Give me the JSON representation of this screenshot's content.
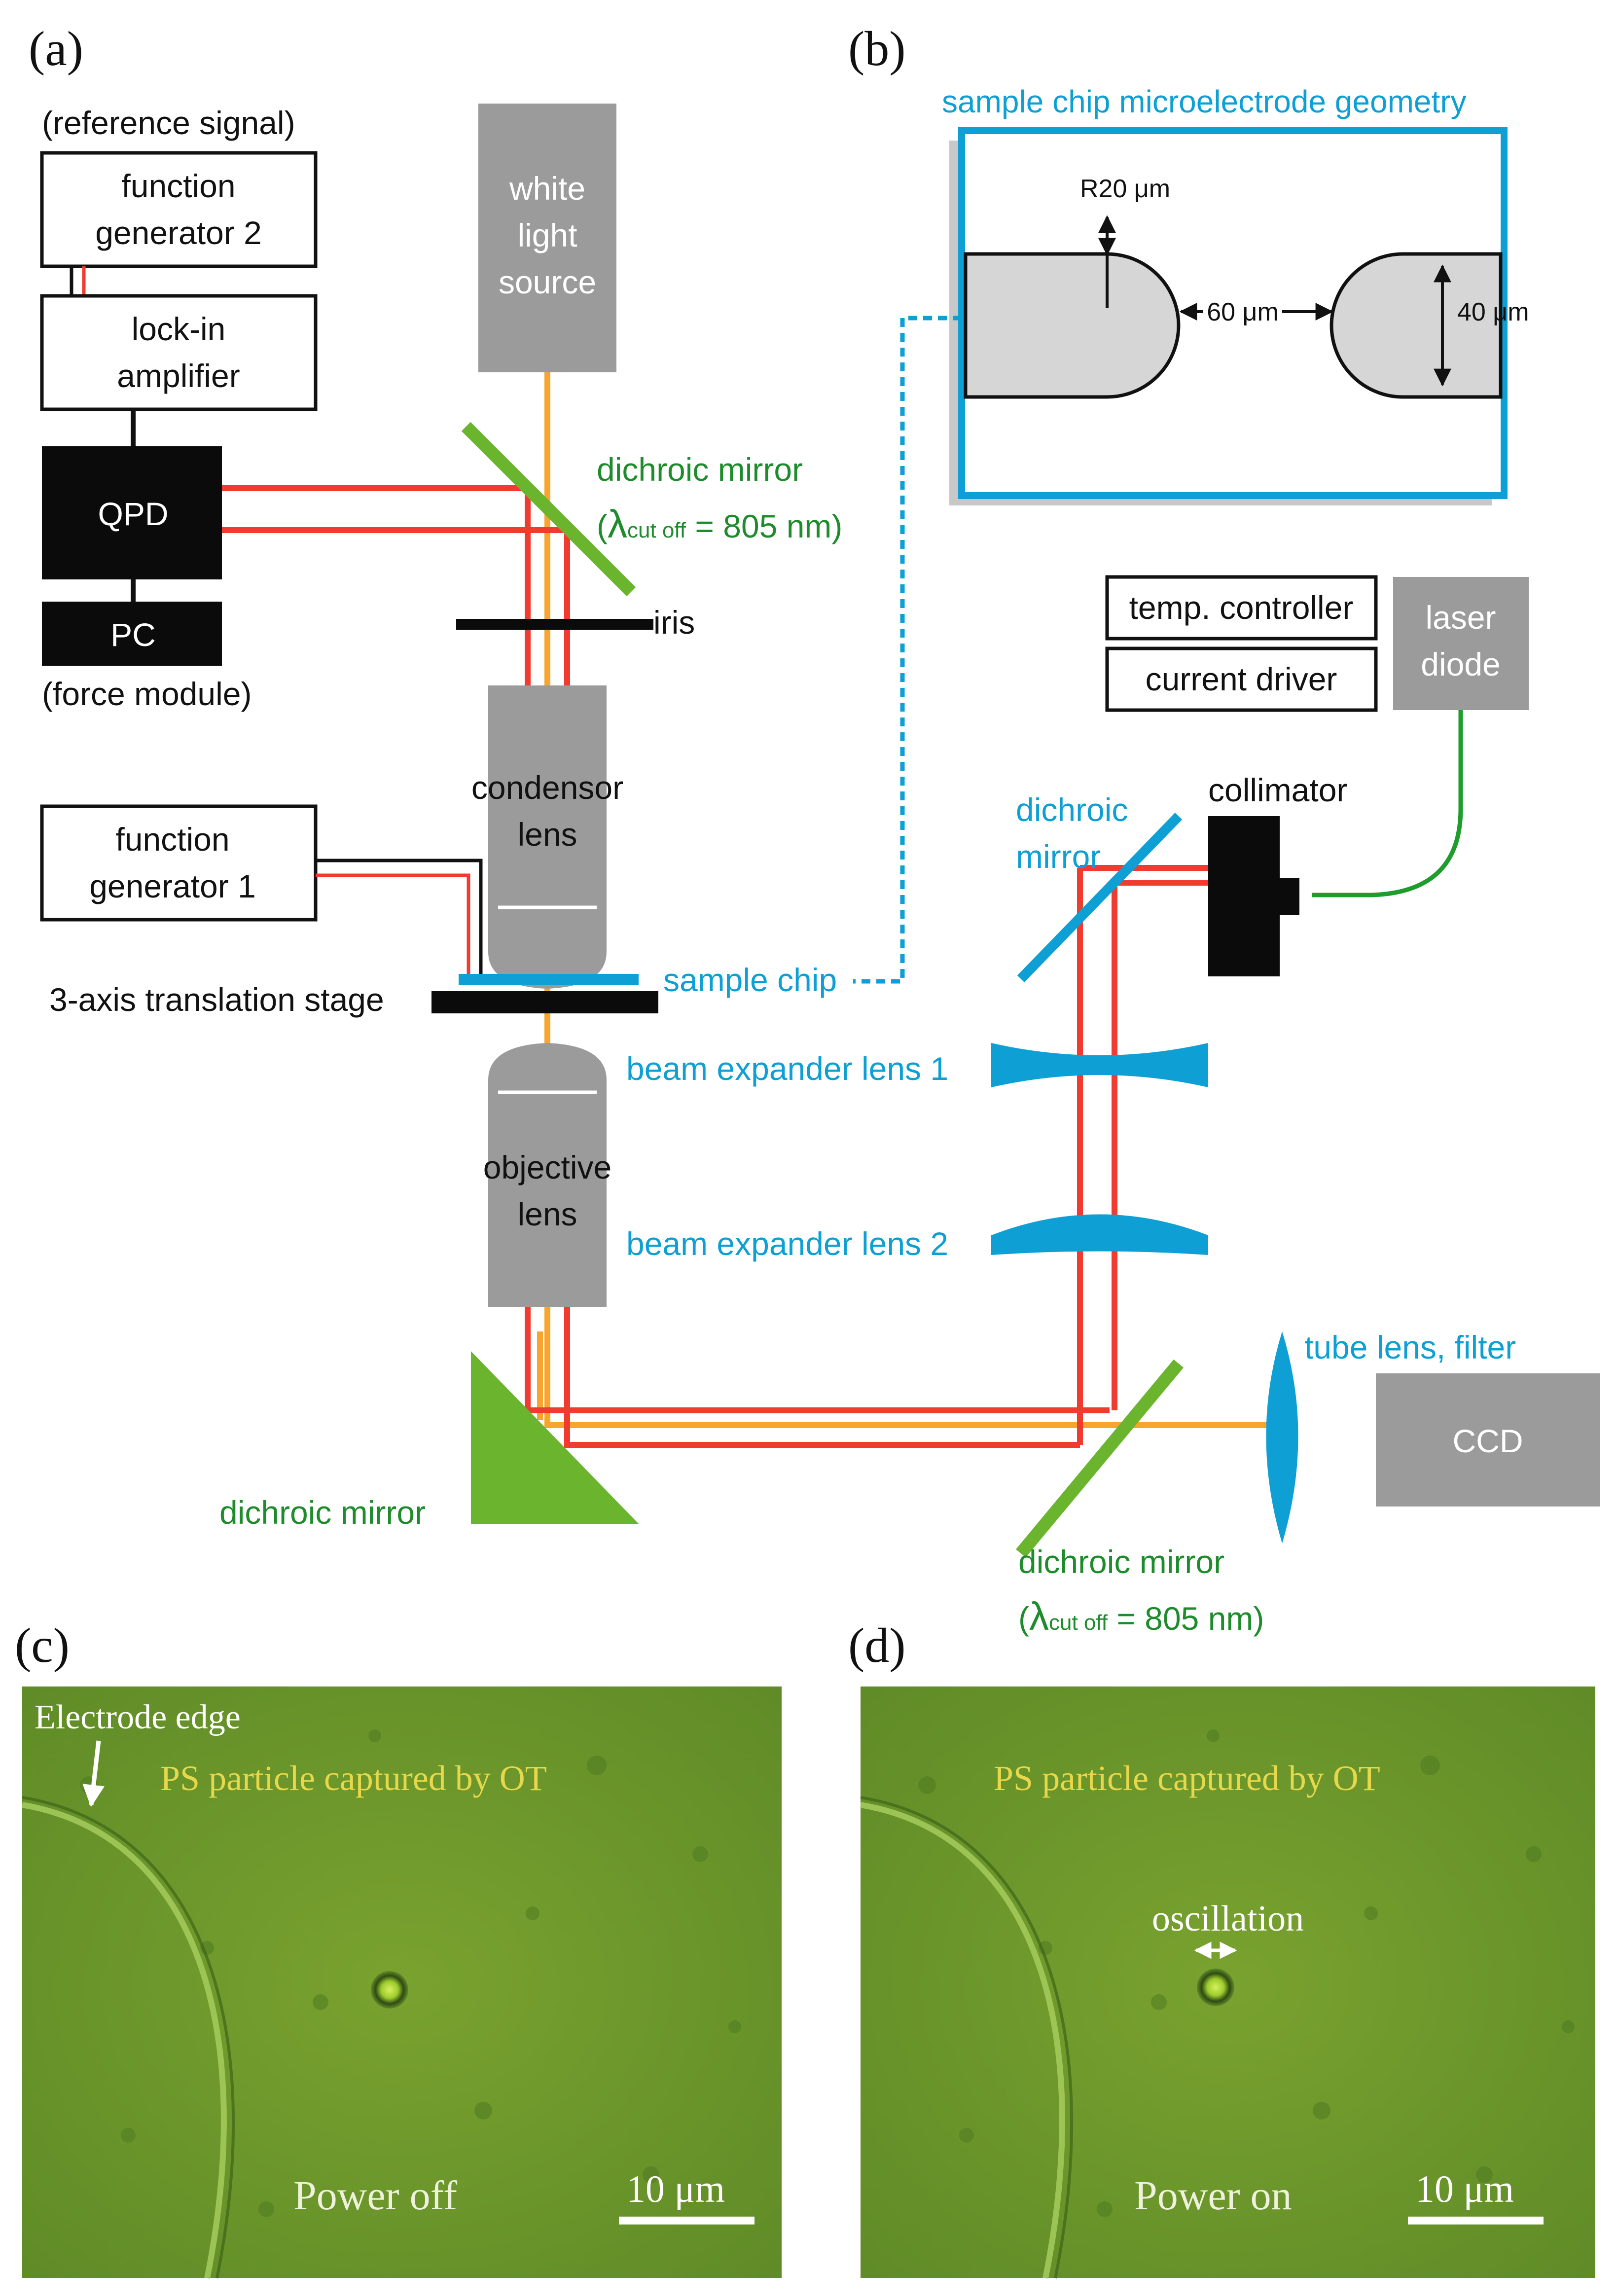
{
  "colors": {
    "gray_box": "#9b9b9b",
    "black_box": "#0b0b0b",
    "laser_red": "#f23b30",
    "light_orange": "#f7a52f",
    "mirror_green": "#6ab42e",
    "label_green": "#1e8c2c",
    "optic_blue": "#0e9fd4",
    "photo_green": "#6f9a2c"
  },
  "panel_a": {
    "tag": "(a)",
    "reference_signal": "(reference signal)",
    "function_generator_2_l1": "function",
    "function_generator_2_l2": "generator 2",
    "lockin_l1": "lock-in",
    "lockin_l2": "amplifier",
    "qpd": "QPD",
    "pc": "PC",
    "force_module": "(force module)",
    "white_light_l1": "white",
    "white_light_l2": "light",
    "white_light_l3": "source",
    "dichroic_top_l1": "dichroic mirror",
    "dichroic_top_lambda": "λ",
    "dichroic_top_cutoff": "cut off",
    "dichroic_top_value": "= 805 nm)",
    "iris": "iris",
    "condensor_l1": "condensor",
    "condensor_l2": "lens",
    "function_generator_1_l1": "function",
    "function_generator_1_l2": "generator 1",
    "stage": "3-axis translation stage",
    "sample_chip": "sample chip",
    "objective_l1": "objective",
    "objective_l2": "lens",
    "beam_expander_1": "beam expander lens 1",
    "beam_expander_2": "beam expander lens 2",
    "dichroic_prism": "dichroic mirror",
    "temp_controller": "temp. controller",
    "current_driver": "current driver",
    "laser_diode_l1": "laser",
    "laser_diode_l2": "diode",
    "collimator": "collimator",
    "dichroic_right_l1": "dichroic",
    "dichroic_right_l2": "mirror",
    "tube_lens": "tube lens, filter",
    "ccd": "CCD",
    "dichroic_bottom_l1": "dichroic mirror",
    "dichroic_bottom_lambda": "λ",
    "dichroic_bottom_cutoff": "cut off",
    "dichroic_bottom_value": "= 805 nm)"
  },
  "panel_b": {
    "tag": "(b)",
    "title": "sample chip microelectrode geometry",
    "radius": "R20 μm",
    "gap": "60 μm",
    "width": "40 μm"
  },
  "panel_c": {
    "tag": "(c)",
    "electrode_edge": "Electrode edge",
    "caption": "PS particle captured by OT",
    "status": "Power off",
    "scale": "10 μm"
  },
  "panel_d": {
    "tag": "(d)",
    "caption": "PS particle captured by OT",
    "oscillation": "oscillation",
    "status": "Power on",
    "scale": "10 μm"
  }
}
